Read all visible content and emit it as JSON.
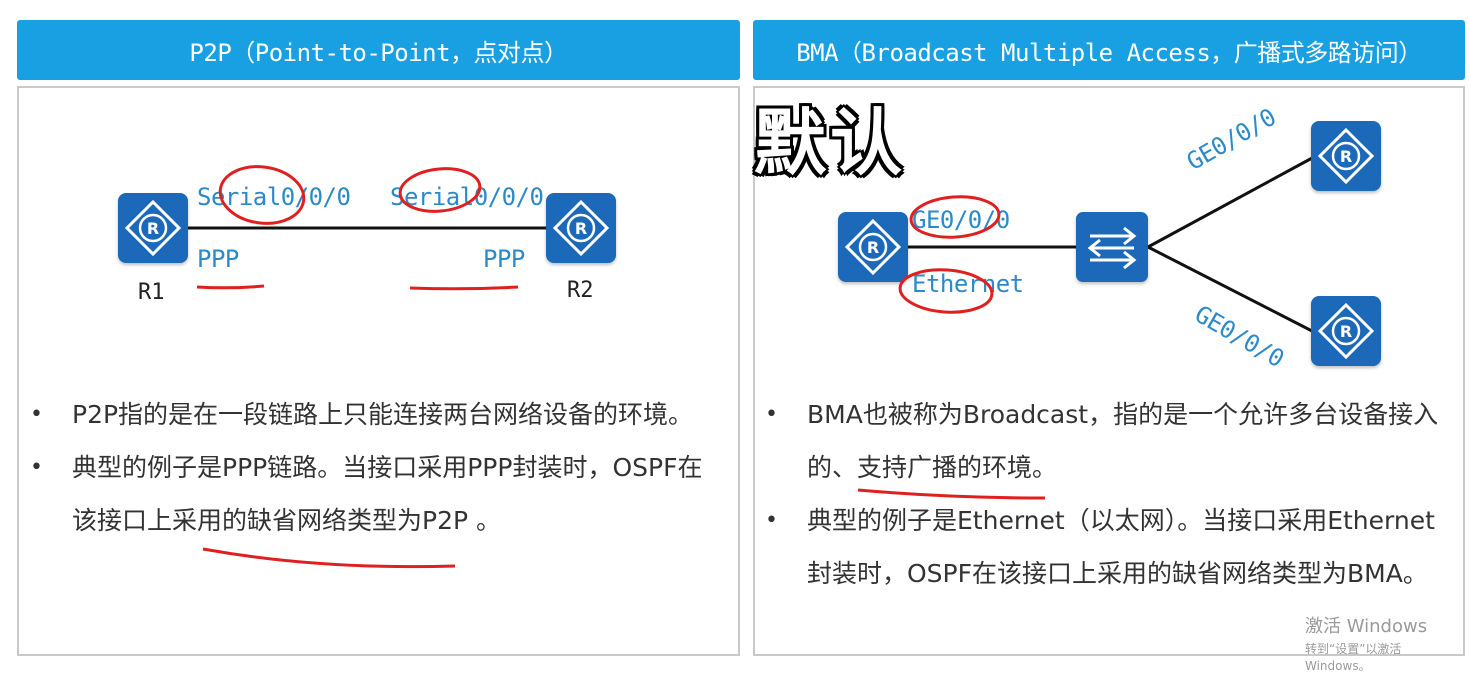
{
  "left": {
    "header": "P2P（Point-to-Point，点对点）",
    "diagram": {
      "r1_name": "R1",
      "r2_name": "R2",
      "r1_interface": "Serial0/0/0",
      "r2_interface": "Serial0/0/0",
      "r1_protocol": "PPP",
      "r2_protocol": "PPP"
    },
    "bullets": [
      "P2P指的是在一段链路上只能连接两台网络设备的环境。",
      "典型的例子是PPP链路。当接口采用PPP封装时，OSPF在该接口上采用的缺省网络类型为P2P 。"
    ]
  },
  "right": {
    "header": "BMA（Broadcast Multiple Access，广播式多路访问）",
    "diagram": {
      "left_interface": "GE0/0/0",
      "left_protocol": "Ethernet",
      "top_link_label": "GE0/0/0",
      "bottom_link_label": "GE0/0/0"
    },
    "bullets": [
      "BMA也被称为Broadcast，指的是一个允许多台设备接入的、支持广播的环境。",
      "典型的例子是Ethernet（以太网）。当接口采用Ethernet封装时，OSPF在该接口上采用的缺省网络类型为BMA。"
    ]
  },
  "overlay_text": "默认",
  "watermark": {
    "line1": "激活 Windows",
    "line2": "转到“设置”以激活 Windows。"
  },
  "colors": {
    "header_bg": "#18a0e3",
    "device_blue": "#1b69b8",
    "label_blue": "#2b8ac9",
    "annotation_red": "#e02020"
  }
}
